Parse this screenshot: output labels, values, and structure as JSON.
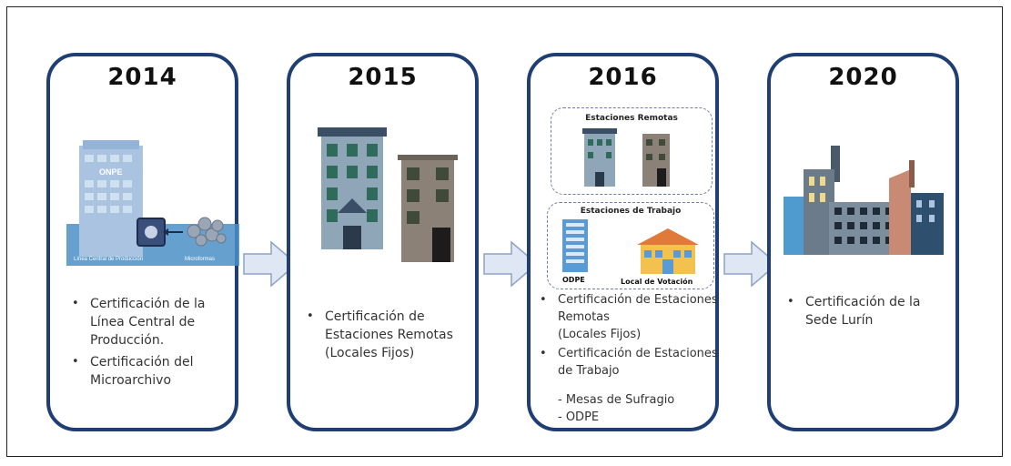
{
  "cards": [
    {
      "year": "2014",
      "items": [
        "Certificación de la Línea Central de Producción.",
        "Certificación del Microarchivo"
      ]
    },
    {
      "year": "2015",
      "items": [
        "Certificación de Estaciones Remotas (Locales Fijos)"
      ]
    },
    {
      "year": "2016",
      "items": [
        "Certificación de Estaciones Remotas",
        "Certificación de Estaciones de Trabajo"
      ],
      "item1_note": "(Locales Fijos)",
      "subitems": [
        "- Mesas de Sufragio",
        "- ODPE"
      ]
    },
    {
      "year": "2020",
      "items": [
        "Certificación de la Sede Lurín"
      ]
    }
  ],
  "illustrations": {
    "ilustration_2014": {
      "sign": "ONPE",
      "caption_left": "Línea Central de Producción",
      "caption_right": "Microformas"
    },
    "group_remote": "Estaciones Remotas",
    "group_work": "Estaciones de Trabajo",
    "label_odpe": "ODPE",
    "label_local": "Local de Votación"
  },
  "colors": {
    "card_border": "#1f3f74",
    "arrow_fill": "#dfe7f5",
    "arrow_stroke": "#8ea3c8"
  }
}
